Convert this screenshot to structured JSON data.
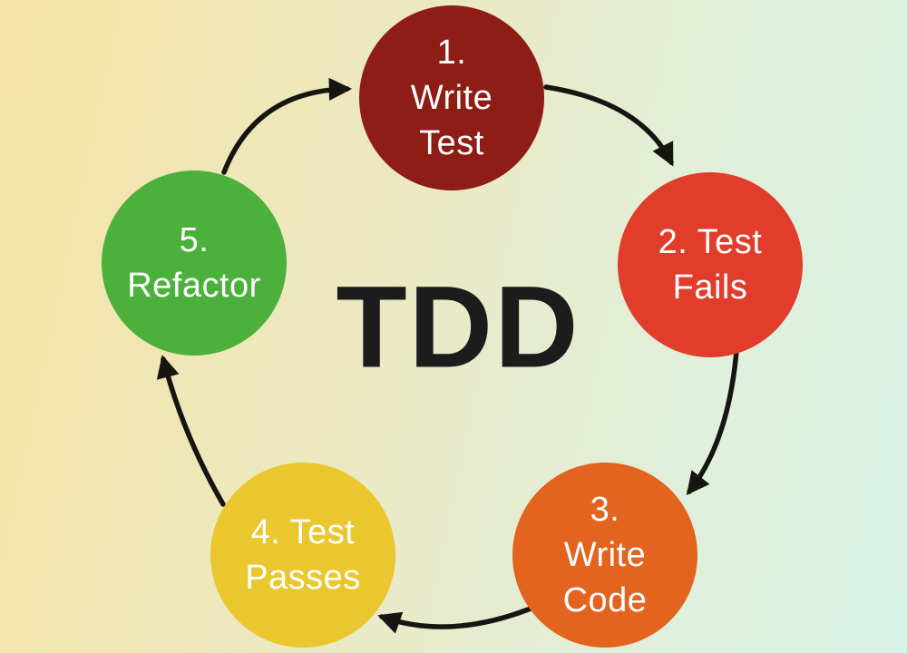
{
  "diagram": {
    "center_label": "TDD",
    "center_label_color": "#1c1c1c",
    "arrow_color": "#171512",
    "background": {
      "top_left": "#f6e3a4",
      "bottom_left": "#ebe9c2",
      "top_right": "#e1efd9",
      "bottom_right": "#d7f2e8"
    },
    "steps": [
      {
        "name": "Write Test",
        "lines": [
          "1.",
          "Write",
          "Test"
        ],
        "circle_color": "#8e1d16",
        "text_color": "#ffffff"
      },
      {
        "name": "Test Fails",
        "lines": [
          "2. Test",
          "Fails"
        ],
        "circle_color": "#e23c2b",
        "text_color": "#ffffff"
      },
      {
        "name": "Write Code",
        "lines": [
          "3.",
          "Write",
          "Code"
        ],
        "circle_color": "#e2641e",
        "text_color": "#ffffff"
      },
      {
        "name": "Test Passes",
        "lines": [
          "4. Test",
          "Passes"
        ],
        "circle_color": "#ebc72f",
        "text_color": "#ffffff"
      },
      {
        "name": "Refactor",
        "lines": [
          "5.",
          "Refactor"
        ],
        "circle_color": "#4cb03c",
        "text_color": "#ffffff"
      }
    ]
  }
}
